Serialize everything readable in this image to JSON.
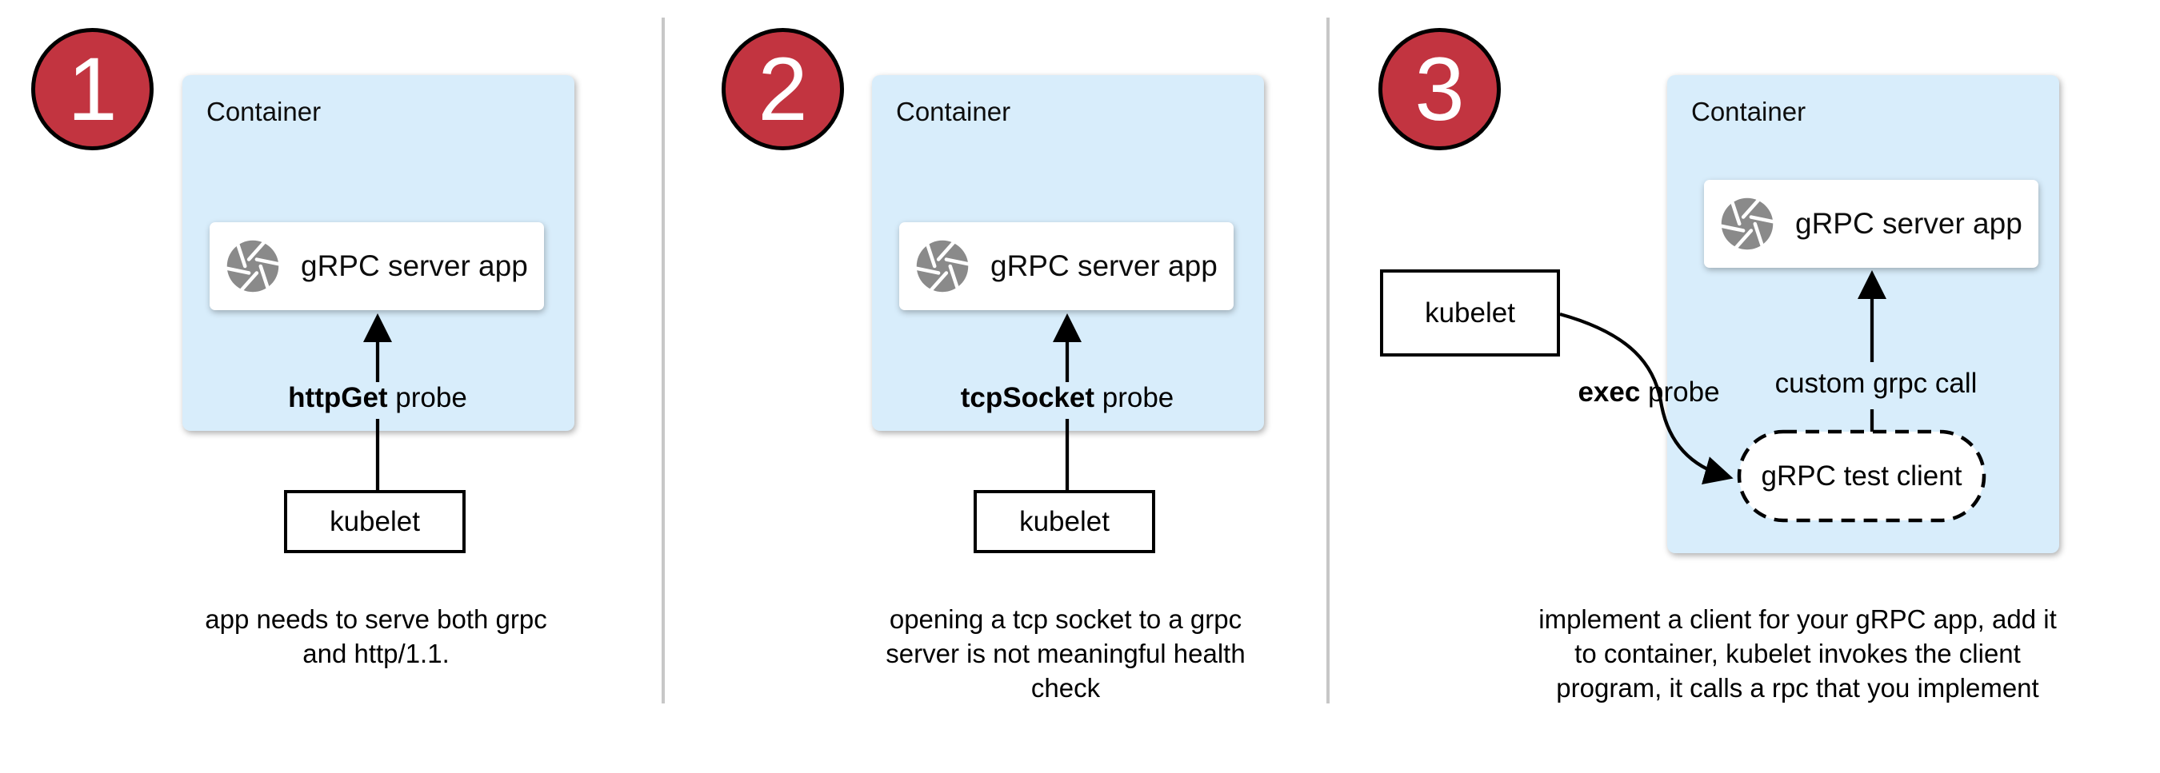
{
  "colors": {
    "container_fill": "#d8edfb",
    "badge_fill": "#c23440",
    "badge_border": "#000000",
    "icon_gray": "#8a8a8a",
    "divider_gray": "#c7c7c7",
    "connector_black": "#000000"
  },
  "icons": {
    "app_icon": "aperture-icon"
  },
  "panels": [
    {
      "number": "1",
      "container_label": "Container",
      "app_label": "gRPC server app",
      "probe_bold": "httpGet",
      "probe_rest": " probe",
      "kubelet_label": "kubelet",
      "caption": [
        "app needs to serve both grpc",
        "and http/1.1."
      ]
    },
    {
      "number": "2",
      "container_label": "Container",
      "app_label": "gRPC server app",
      "probe_bold": "tcpSocket",
      "probe_rest": " probe",
      "kubelet_label": "kubelet",
      "caption": [
        "opening a tcp socket to a grpc",
        "server is not meaningful health",
        "check"
      ]
    },
    {
      "number": "3",
      "container_label": "Container",
      "app_label": "gRPC server app",
      "probe_bold": "exec",
      "probe_rest": " probe",
      "call_label": "custom grpc call",
      "client_label": "gRPC test client",
      "kubelet_label": "kubelet",
      "caption": [
        "implement a client for your gRPC app, add it",
        "to container, kubelet invokes the client",
        "program, it calls a rpc that you implement"
      ]
    }
  ]
}
